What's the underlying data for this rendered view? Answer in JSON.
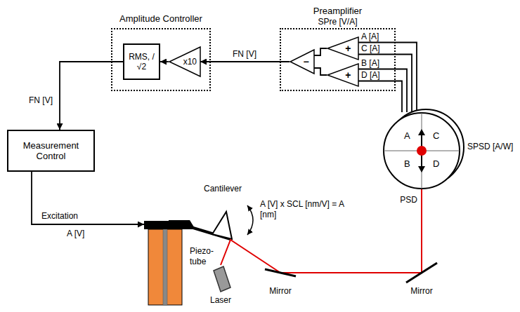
{
  "diagram": {
    "nodes": [
      {
        "text": [
          "Amplitude Controller"
        ]
      },
      {
        "text": [
          "RMS, /√2"
        ],
        "in": 0
      },
      {
        "text": [
          "x10"
        ],
        "in": 0
      },
      {
        "text": [
          "Preamplifier",
          "SPre [V/A]"
        ]
      },
      {
        "text": [
          "−"
        ],
        "in": 3
      },
      {
        "text": [
          "+"
        ],
        "in": 3
      },
      {
        "text": [
          "+"
        ],
        "in": 3
      },
      {
        "text": [
          "Measurement Control"
        ]
      },
      {
        "text": [
          "Piezo- tube"
        ]
      },
      {
        "text": [
          "Laser"
        ]
      },
      {
        "text": [
          "Mirror"
        ]
      },
      {
        "text": [
          "Mirror"
        ]
      },
      {
        "text": [
          "SPSD [A/W]",
          "PSD"
        ]
      }
    ],
    "edges": [
      {
        "from": 12,
        "to": 5,
        "arrow": "none",
        "label": "A [A]"
      },
      {
        "from": 12,
        "to": 5,
        "arrow": "none",
        "label": "C [A]"
      },
      {
        "from": 12,
        "to": 6,
        "arrow": "none",
        "label": "B [A]"
      },
      {
        "from": 12,
        "to": 6,
        "arrow": "none",
        "label": "D [A]"
      },
      {
        "from": 5,
        "to": 4,
        "arrow": "none"
      },
      {
        "from": 6,
        "to": 4,
        "arrow": "none"
      },
      {
        "from": 4,
        "to": 2,
        "arrow": "to",
        "label": "FN [V]"
      },
      {
        "from": 2,
        "to": 1,
        "arrow": "to"
      },
      {
        "from": 1,
        "to": 7,
        "arrow": "to",
        "label": "FN [V]"
      },
      {
        "from": 7,
        "to": 8,
        "arrow": "to",
        "label": "Excitation"
      },
      {
        "from": 9,
        "to": 10,
        "arrow": "none"
      },
      {
        "from": 10,
        "to": 11,
        "arrow": "none"
      },
      {
        "from": 11,
        "to": 12,
        "arrow": "none"
      }
    ],
    "labels": [
      "A [V]",
      "Cantilever",
      "A [V] x SCL [nm/V] = A [nm]",
      "A",
      "C",
      "B",
      "D"
    ]
  }
}
